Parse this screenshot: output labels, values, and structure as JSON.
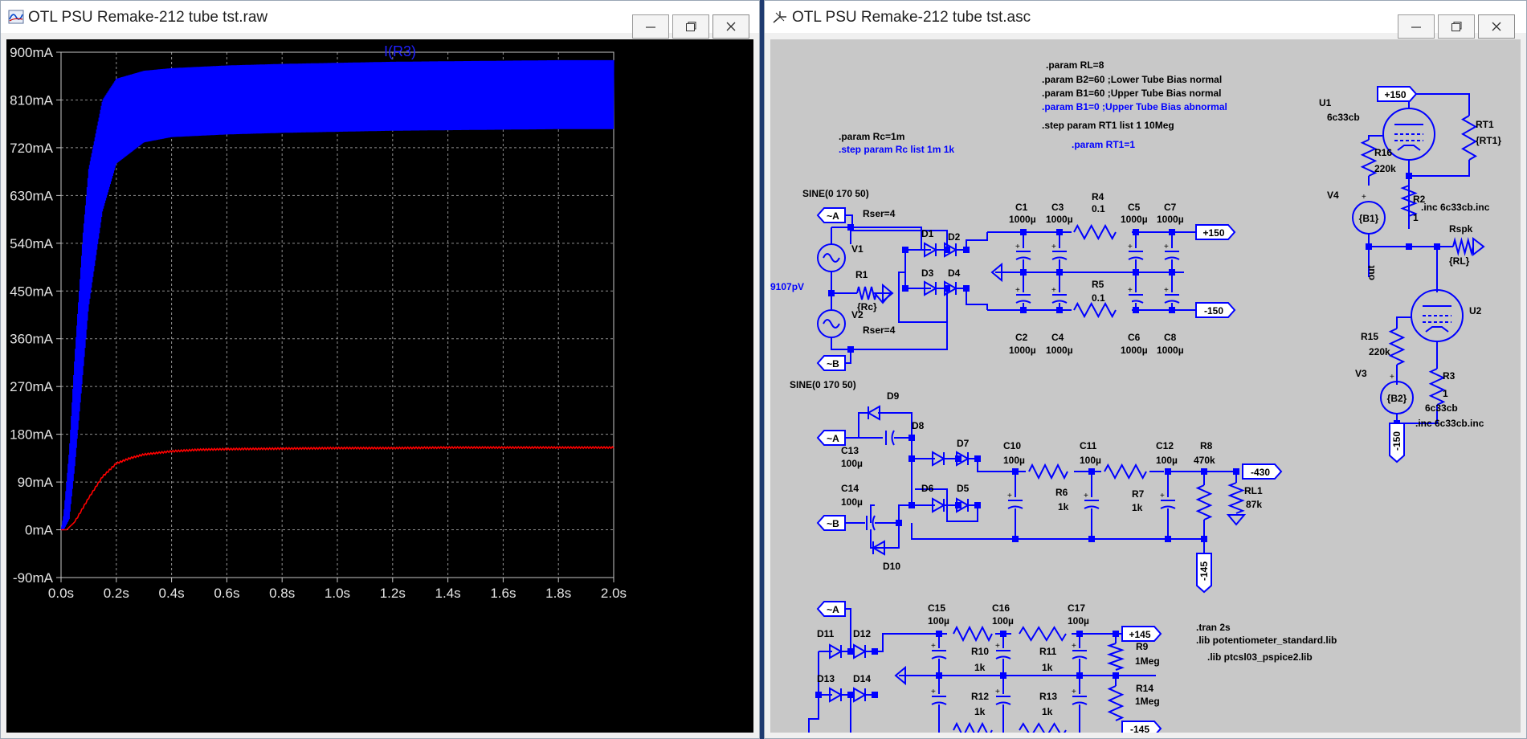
{
  "plot_window": {
    "title": "OTL PSU Remake-212 tube tst.raw",
    "trace_label": "I(R3)"
  },
  "schematic_window": {
    "title": "OTL PSU Remake-212 tube tst.asc"
  },
  "colors": {
    "plot_bg": "#000000",
    "trace_r3": "#0000ff",
    "trace_2": "#ff0000",
    "schematic_bg": "#c8c8c8",
    "wire": "#0000ff",
    "directive_text": "#000000",
    "comment_text": "#0000ff"
  },
  "chart_data": {
    "type": "line",
    "xlim": [
      0,
      2.0
    ],
    "ylim": [
      -90,
      900
    ],
    "x_ticks": [
      "0.0s",
      "0.2s",
      "0.4s",
      "0.6s",
      "0.8s",
      "1.0s",
      "1.2s",
      "1.4s",
      "1.6s",
      "1.8s",
      "2.0s"
    ],
    "y_ticks": [
      "900mA",
      "810mA",
      "720mA",
      "630mA",
      "540mA",
      "450mA",
      "360mA",
      "270mA",
      "180mA",
      "90mA",
      "0mA",
      "-90mA"
    ],
    "grid": true,
    "series": [
      {
        "name": "I(R3)",
        "envelope_x": [
          0.0,
          0.01,
          0.03,
          0.05,
          0.08,
          0.1,
          0.15,
          0.2,
          0.3,
          0.4,
          0.6,
          0.8,
          1.0,
          1.2,
          1.4,
          1.6,
          1.8,
          2.0
        ],
        "upper": [
          0,
          30,
          150,
          330,
          560,
          680,
          810,
          850,
          865,
          870,
          875,
          878,
          880,
          882,
          883,
          884,
          885,
          885
        ],
        "lower": [
          0,
          0,
          20,
          120,
          300,
          420,
          600,
          690,
          730,
          740,
          745,
          748,
          750,
          752,
          753,
          754,
          755,
          755
        ]
      },
      {
        "name": "",
        "x": [
          0.0,
          0.02,
          0.05,
          0.1,
          0.15,
          0.2,
          0.25,
          0.3,
          0.4,
          0.5,
          0.6,
          0.8,
          1.0,
          1.2,
          1.4,
          1.6,
          1.8,
          2.0
        ],
        "values": [
          0,
          0,
          15,
          60,
          100,
          125,
          135,
          142,
          148,
          151,
          152,
          153,
          154,
          154,
          155,
          155,
          155,
          155
        ]
      }
    ]
  },
  "schematic": {
    "texts": {
      "param_rl": ".param RL=8",
      "param_b2": ".param B2=60  ;Lower Tube  Bias normal",
      "param_b1": ".param B1=60  ;Upper Tube  Bias normal",
      "param_b1_0": ".param B1=0  ;Upper Tube  Bias abnormal",
      "step_rt1": ".step param RT1  list 1 10Meg",
      "param_rc": ".param Rc=1m",
      "step_rc": ".step param Rc list 1m 1k",
      "param_rt1": ".param RT1=1",
      "sine1": "SINE(0 170 50)",
      "sine2": "SINE(0 170 50)",
      "tran": ".tran 2s",
      "lib1": ".lib potentiometer_standard.lib",
      "lib2": ".lib ptcsl03_pspice2.lib",
      "inc1": ".inc 6c33cb.inc",
      "inc2": ".inc 6c33cb.inc",
      "u1_model": "6c33cb",
      "u2_model": "6c33cb",
      "v_readout": "9107pV",
      "rser1": "Rser=4",
      "rser2": "Rser=4"
    },
    "labels": {
      "V1": "V1",
      "R1": "R1",
      "Rc": "{Rc}",
      "V2": "V2",
      "D1": "D1",
      "D2": "D2",
      "D3": "D3",
      "D4": "D4",
      "C1": "C1",
      "C1v": "1000µ",
      "C3": "C3",
      "C3v": "1000µ",
      "R4": "R4",
      "R4v": "0.1",
      "C5": "C5",
      "C5v": "1000µ",
      "C7": "C7",
      "C7v": "1000µ",
      "C2": "C2",
      "C2v": "1000µ",
      "C4": "C4",
      "C4v": "1000µ",
      "R5": "R5",
      "R5v": "0.1",
      "C6": "C6",
      "C6v": "1000µ",
      "C8": "C8",
      "C8v": "1000µ",
      "D9": "D9",
      "D8": "D8",
      "D7": "D7",
      "D6": "D6",
      "D5": "D5",
      "D10": "D10",
      "C13": "C13",
      "C13v": "100µ",
      "C14": "C14",
      "C14v": "100µ",
      "C10": "C10",
      "C10v": "100µ",
      "C11": "C11",
      "C11v": "100µ",
      "C12": "C12",
      "C12v": "100µ",
      "R6": "R6",
      "R6v": "1k",
      "R7": "R7",
      "R7v": "1k",
      "R8": "R8",
      "R8v": "470k",
      "RL1": "RL1",
      "RL1v": "87k",
      "D11": "D11",
      "D12": "D12",
      "D13": "D13",
      "D14": "D14",
      "C15": "C15",
      "C15v": "100µ",
      "C16": "C16",
      "C16v": "100µ",
      "C17": "C17",
      "C17v": "100µ",
      "R10": "R10",
      "R10v": "1k",
      "R11": "R11",
      "R11v": "1k",
      "R12": "R12",
      "R12v": "1k",
      "R13": "R13",
      "R13v": "1k",
      "R9": "R9",
      "R9v": "1Meg",
      "R14": "R14",
      "R14v": "1Meg",
      "U1": "U1",
      "RT1": "RT1",
      "RT1v": "{RT1}",
      "R16": "R16",
      "R16v": "220k",
      "V4": "V4",
      "B1": "{B1}",
      "R2": "R2",
      "R2v": "1",
      "Rspk": "Rspk",
      "RLv": "{RL}",
      "out": "out",
      "U2": "U2",
      "R15": "R15",
      "R15v": "220k",
      "V3": "V3",
      "B2": "{B2}",
      "R3": "R3",
      "R3v": "1"
    },
    "flags": {
      "pA1": "~A",
      "pB1": "~B",
      "pA2": "~A",
      "pB2": "~B",
      "pA3": "~A",
      "p150": "+150",
      "m150": "-150",
      "m430": "-430",
      "m145": "-145",
      "p145": "+145",
      "u1_150": "+150",
      "u2_m150": "-150",
      "m145b": "-145"
    }
  }
}
